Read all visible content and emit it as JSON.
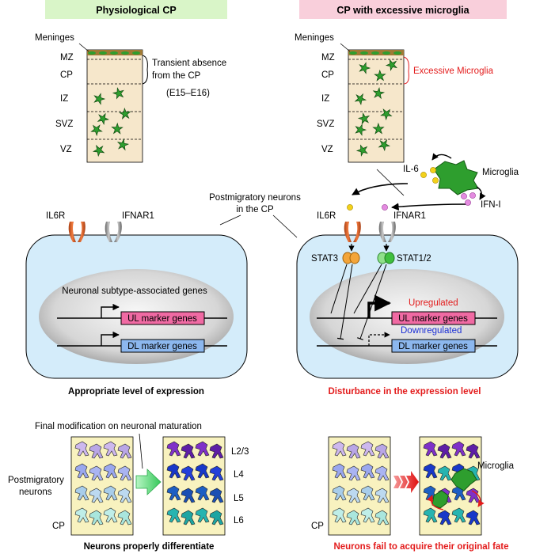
{
  "headers": {
    "left": "Physiological CP",
    "right": "CP with excessive microglia",
    "left_bg": "#d9f5c8",
    "right_bg": "#f9cfdb"
  },
  "layers": {
    "meninges": "Meninges",
    "mz": "MZ",
    "cp": "CP",
    "iz": "IZ",
    "svz": "SVZ",
    "vz": "VZ"
  },
  "left_cortex": {
    "note_line1": "Transient absence",
    "note_line2": "from the CP",
    "note_line3": "(E15–E16)"
  },
  "right_cortex": {
    "note": "Excessive Microglia"
  },
  "signals": {
    "il6": "IL-6",
    "microglia": "Microglia",
    "ifn": "IFN-I",
    "postmig_line1": "Postmigratory neurons",
    "postmig_line2": "in the CP"
  },
  "left_cell": {
    "il6r": "IL6R",
    "ifnar1": "IFNAR1",
    "nucleus_title": "Neuronal subtype-associated genes",
    "ul": "UL marker genes",
    "dl": "DL marker genes",
    "caption": "Appropriate level of expression"
  },
  "right_cell": {
    "il6r": "IL6R",
    "ifnar1": "IFNAR1",
    "stat3": "STAT3",
    "stat12": "STAT1/2",
    "up": "Upregulated",
    "down": "Downregulated",
    "ul": "UL marker genes",
    "dl": "DL marker genes",
    "caption": "Disturbance in the expression level"
  },
  "bottom_left": {
    "final_mod": "Final modification on neuronal maturation",
    "postmig_line1": "Postmigratory",
    "postmig_line2": "neurons",
    "cp": "CP",
    "l23": "L2/3",
    "l4": "L4",
    "l5": "L5",
    "l6": "L6",
    "caption": "Neurons properly differentiate"
  },
  "bottom_right": {
    "cp": "CP",
    "microglia": "Microglia",
    "caption": "Neurons fail to acquire their original fate"
  },
  "colors": {
    "cortex_fill": "#f6e7cb",
    "microglia_green": "#2e9e2e",
    "il6r": "#e0622a",
    "ifnar": "#9a9a9a",
    "cell_fill": "#d4ecfa",
    "ul_fill": "#f06aa3",
    "dl_fill": "#8cb7ee",
    "red": "#e31b1b",
    "blue": "#1b2fd6",
    "arrow_green": "#6fe08a",
    "panel_fill": "#f8f2bf"
  }
}
